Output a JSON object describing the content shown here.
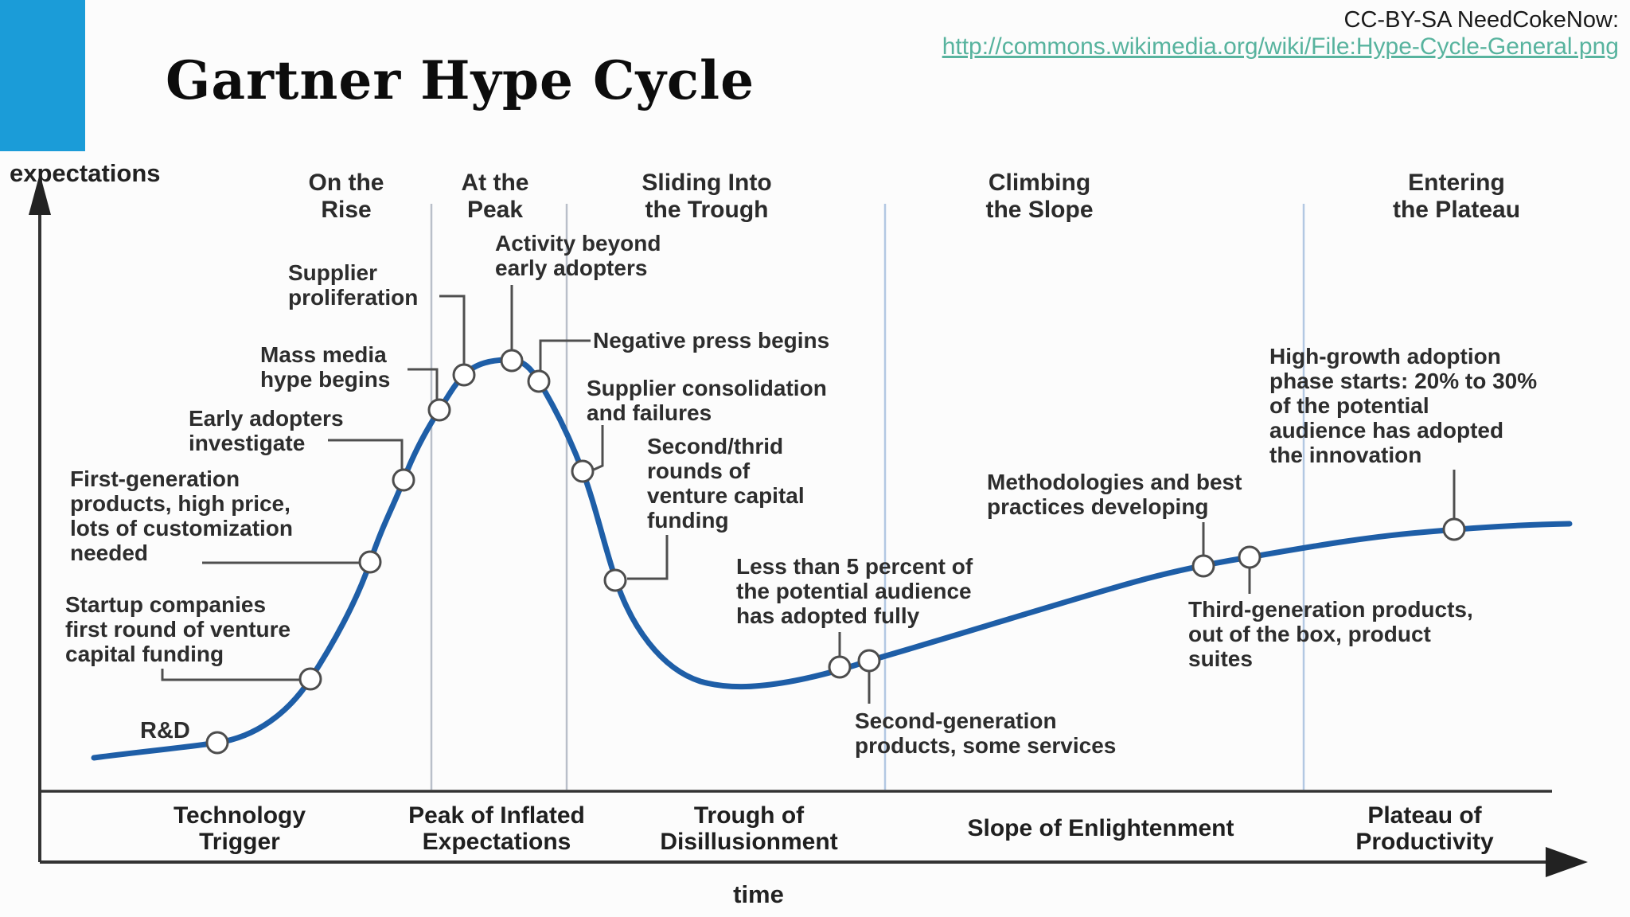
{
  "header": {
    "title": "Gartner Hype Cycle",
    "license": "CC-BY-SA NeedCokeNow:",
    "link": "http://commons.wikimedia.org/wiki/File:Hype-Cycle-General.png"
  },
  "axes": {
    "y_label": "expectations",
    "x_label": "time"
  },
  "phases_top": [
    {
      "label": "On the\nRise"
    },
    {
      "label": "At the\nPeak"
    },
    {
      "label": "Sliding Into\nthe Trough"
    },
    {
      "label": "Climbing\nthe Slope"
    },
    {
      "label": "Entering\nthe Plateau"
    }
  ],
  "phases_bottom": [
    {
      "label": "Technology\nTrigger"
    },
    {
      "label": "Peak of Inflated\nExpectations"
    },
    {
      "label": "Trough of\nDisillusionment"
    },
    {
      "label": "Slope of Enlightenment"
    },
    {
      "label": "Plateau of\nProductivity"
    }
  ],
  "annotations": [
    {
      "text": "R&D"
    },
    {
      "text": "Startup companies\nfirst round of venture\ncapital funding"
    },
    {
      "text": "First-generation\nproducts, high price,\nlots of customization\nneeded"
    },
    {
      "text": "Early adopters\ninvestigate"
    },
    {
      "text": "Mass media\nhype begins"
    },
    {
      "text": "Supplier\nproliferation"
    },
    {
      "text": "Activity beyond\nearly adopters"
    },
    {
      "text": "Negative press begins"
    },
    {
      "text": "Supplier consolidation\nand failures"
    },
    {
      "text": "Second/thrid\nrounds of\nventure capital\nfunding"
    },
    {
      "text": "Less than 5 percent of\nthe potential audience\nhas adopted fully"
    },
    {
      "text": "Second-generation\nproducts, some services"
    },
    {
      "text": "Methodologies and best\npractices developing"
    },
    {
      "text": "Third-generation products,\nout of the box, product\nsuites"
    },
    {
      "text": "High-growth adoption\nphase starts: 20% to 30%\nof the potential\naudience has adopted\nthe innovation"
    }
  ],
  "colors": {
    "accent_blue": "#1b9cd8",
    "curve_blue": "#1e5ea7",
    "link_teal": "#57b39e",
    "connector_gray": "#4f4f4f",
    "divider": "#b7c3d1"
  },
  "chart_data": {
    "type": "line",
    "title": "Gartner Hype Cycle",
    "xlabel": "time",
    "ylabel": "expectations",
    "axes_quantified": false,
    "x_phases": [
      "Technology Trigger",
      "Peak of Inflated Expectations",
      "Trough of Disillusionment",
      "Slope of Enlightenment",
      "Plateau of Productivity"
    ],
    "top_phases": [
      "On the Rise",
      "At the Peak",
      "Sliding Into the Trough",
      "Climbing the Slope",
      "Entering the Plateau"
    ],
    "milestones": [
      {
        "label": "R&D",
        "x": 0.12,
        "expectations": 0.24
      },
      {
        "label": "Startup companies first round of venture capital funding",
        "x": 0.18,
        "expectations": 0.37
      },
      {
        "label": "First-generation products, high price, lots of customization needed",
        "x": 0.22,
        "expectations": 0.6
      },
      {
        "label": "Early adopters investigate",
        "x": 0.24,
        "expectations": 0.76
      },
      {
        "label": "Mass media hype begins",
        "x": 0.26,
        "expectations": 0.9
      },
      {
        "label": "Supplier proliferation",
        "x": 0.28,
        "expectations": 0.97
      },
      {
        "label": "Activity beyond early adopters",
        "x": 0.31,
        "expectations": 1.0
      },
      {
        "label": "Negative press begins",
        "x": 0.33,
        "expectations": 0.96
      },
      {
        "label": "Supplier consolidation and failures",
        "x": 0.35,
        "expectations": 0.78
      },
      {
        "label": "Second/thrid rounds of venture capital funding",
        "x": 0.37,
        "expectations": 0.56
      },
      {
        "label": "Less than 5 percent of the potential audience has adopted fully",
        "x": 0.52,
        "expectations": 0.39
      },
      {
        "label": "Second-generation products, some services",
        "x": 0.54,
        "expectations": 0.4
      },
      {
        "label": "Methodologies and best practices developing",
        "x": 0.76,
        "expectations": 0.59
      },
      {
        "label": "Third-generation products, out of the box, product suites",
        "x": 0.79,
        "expectations": 0.61
      },
      {
        "label": "High-growth adoption phase starts: 20% to 30% of the potential audience has adopted the innovation",
        "x": 0.92,
        "expectations": 0.67
      }
    ]
  }
}
